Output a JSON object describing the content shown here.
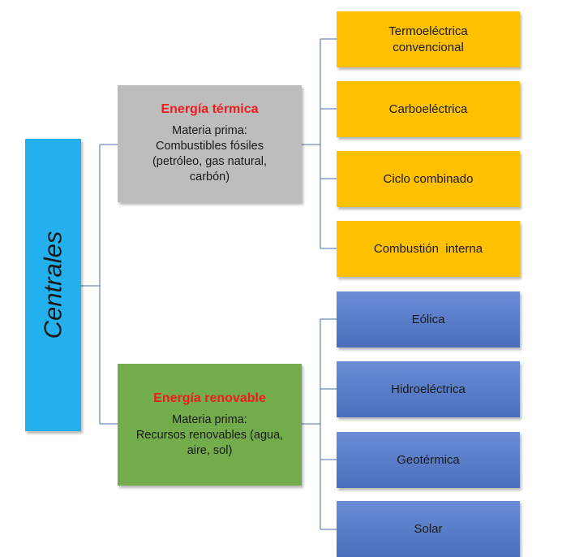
{
  "root": {
    "label": "Centrales"
  },
  "categories": [
    {
      "title": "Energía térmica",
      "lines": [
        "Materia prima:",
        "Combustibles fósiles",
        "(petróleo, gas natural,",
        "carbón)"
      ],
      "items": [
        [
          "Termoeléctrica",
          "convencional"
        ],
        [
          "Carboeléctrica"
        ],
        [
          "Ciclo combinado"
        ],
        [
          "Combustión  interna"
        ]
      ]
    },
    {
      "title": "Energía renovable",
      "lines": [
        "Materia prima:",
        "Recursos renovables (agua,",
        "aire, sol)"
      ],
      "items": [
        [
          "Eólica"
        ],
        [
          "Hidroeléctrica"
        ],
        [
          "Geotérmica"
        ],
        [
          "Solar"
        ]
      ]
    }
  ],
  "colors": {
    "root": "#23b0ec",
    "termica": "#bdbdbd",
    "renovable": "#73ac4a",
    "title_text": "#ee1c1c",
    "termica_items": "#ffc000",
    "renovable_items": "#4a6ebb",
    "connector": "#4a6fa5"
  }
}
